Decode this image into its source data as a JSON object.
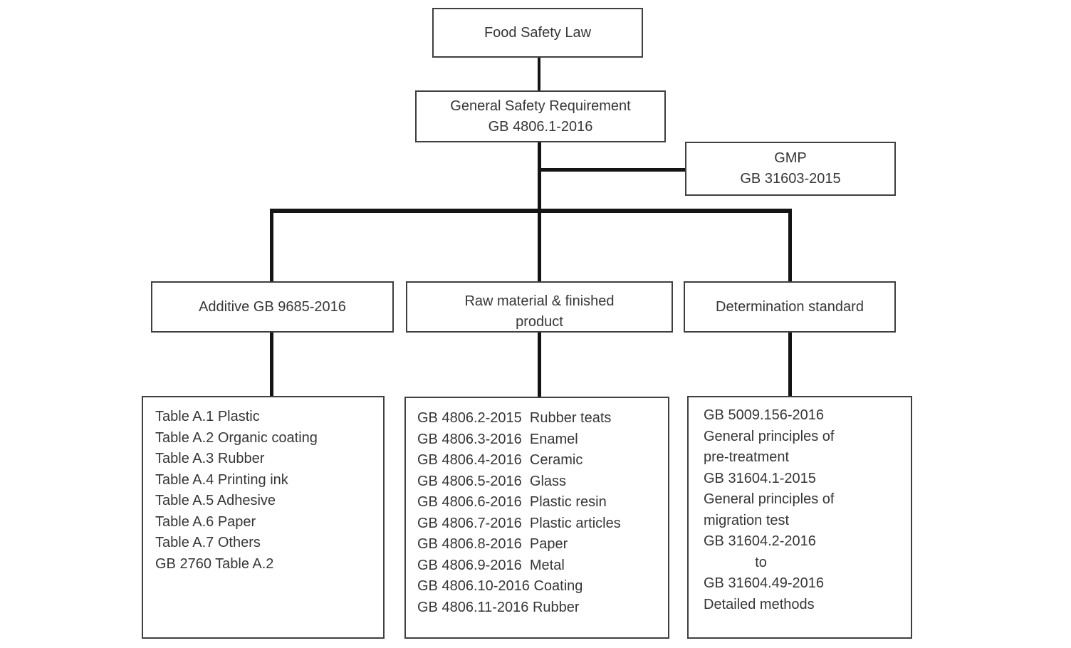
{
  "nodes": {
    "food_safety_law": {
      "label": "Food Safety Law"
    },
    "general_safety_requirement": {
      "line1": "General Safety Requirement",
      "line2": "GB 4806.1-2016"
    },
    "gmp": {
      "line1": "GMP",
      "line2": "GB 31603-2015"
    },
    "additive": {
      "label": "Additive GB 9685-2016"
    },
    "raw_material": {
      "line1": "Raw material & finished",
      "line2": "product"
    },
    "determination": {
      "label": "Determination standard"
    },
    "additive_list": {
      "items": [
        "Table A.1 Plastic",
        "Table A.2 Organic coating",
        "Table A.3 Rubber",
        "Table A.4 Printing ink",
        "Table A.5 Adhesive",
        "Table A.6 Paper",
        "Table A.7 Others",
        "GB 2760 Table A.2"
      ]
    },
    "raw_material_list": {
      "items": [
        "GB 4806.2-2015  Rubber teats",
        "GB 4806.3-2016  Enamel",
        "GB 4806.4-2016  Ceramic",
        "GB 4806.5-2016  Glass",
        "GB 4806.6-2016  Plastic resin",
        "GB 4806.7-2016  Plastic articles",
        "GB 4806.8-2016  Paper",
        "GB 4806.9-2016  Metal",
        "GB 4806.10-2016 Coating",
        "GB 4806.11-2016 Rubber"
      ]
    },
    "determination_list": {
      "items": [
        "GB 5009.156-2016",
        "General principles of",
        "pre-treatment",
        "GB 31604.1-2015",
        "General principles of",
        "migration test",
        "GB 31604.2-2016",
        "             to",
        "GB 31604.49-2016",
        "Detailed methods"
      ]
    }
  },
  "colors": {
    "background": "#ffffff",
    "box_border": "#3f3f3f",
    "connector_line": "#141414",
    "text": "#363636"
  }
}
